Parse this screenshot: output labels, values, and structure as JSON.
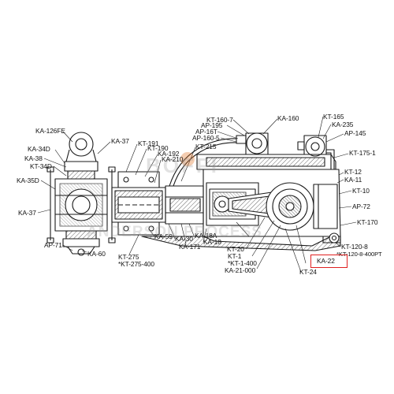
{
  "watermark": {
    "brand": "BOFFI",
    "subtitle": "ANDERSON PROCESS"
  },
  "colors": {
    "line": "#1a1a1a",
    "hatch": "#555555",
    "highlight": "#e02020",
    "watermark": "#9a9a9a",
    "orange_mark": "#e07020"
  },
  "highlight": {
    "part": "KA-22"
  },
  "labels": {
    "ka_126fe": "KA-126FE",
    "ka_34d_top": "KA-34D",
    "ka_38": "KA-38",
    "kt_34d": "KT-34D",
    "ka_35d": "KA-35D",
    "ka_37_left": "KA-37",
    "ap_71": "AP-71",
    "ka_60": "KA-60",
    "ka_37_top": "KA-37",
    "kt_191": "KT-191",
    "kt_190": "KT-190",
    "ka_192": "KA-192",
    "ka_210": "KA-210",
    "kt_215": "KT-215",
    "kt_275": "KT-275",
    "kt_275_400": "*KT-275-400",
    "ka_59": "KA-59",
    "ka_30": "KA-30",
    "ka_171": "KA-171",
    "ka_18a": "KA-18A",
    "ka_18": "KA-18",
    "kt_160_7": "KT-160-7",
    "ap_195": "AP-195",
    "ap_161": "AP-16T",
    "ap_160_5": "AP-160-5",
    "ka_160": "KA-160",
    "kt_165": "KT-165",
    "ka_235": "KA-235",
    "ap_145": "AP-145",
    "kt_175_1": "KT-175-1",
    "kt_12": "KT-12",
    "ka_11": "KA-11",
    "kt_10": "KT-10",
    "ap_72": "AP-72",
    "kt_170": "KT-170",
    "kt_120_8": "KT-120-8",
    "kt_120_8_400pt": "*KT-120-8-400PT",
    "ka_22": "KA-22",
    "kt_24": "KT-24",
    "kt_20": "KT-20",
    "kt_1": "KT-1",
    "kt_1_400": "*KT-1-400",
    "ka_21_000": "KA-21-000"
  }
}
